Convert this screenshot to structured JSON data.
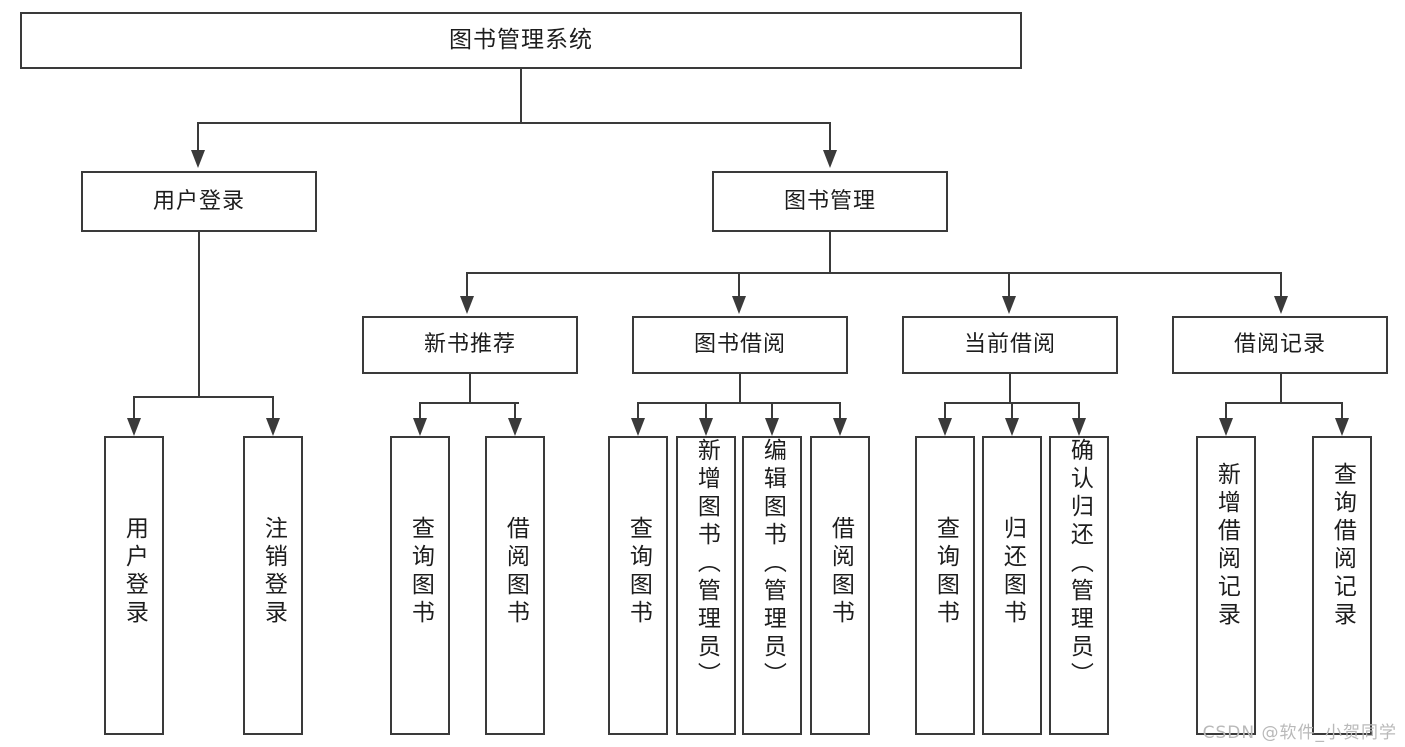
{
  "diagram": {
    "title": "图书管理系统",
    "type": "tree-hierarchy-chart",
    "root": {
      "label": "图书管理系统"
    },
    "level2": [
      {
        "label": "用户登录"
      },
      {
        "label": "图书管理"
      }
    ],
    "level3": [
      {
        "label": "新书推荐"
      },
      {
        "label": "图书借阅"
      },
      {
        "label": "当前借阅"
      },
      {
        "label": "借阅记录"
      }
    ],
    "leaves": [
      {
        "label": "用户登录"
      },
      {
        "label": "注销登录"
      },
      {
        "label": "查询图书"
      },
      {
        "label": "借阅图书"
      },
      {
        "label": "查询图书"
      },
      {
        "label": "新增图书（管理员）"
      },
      {
        "label": "编辑图书（管理员）"
      },
      {
        "label": "借阅图书"
      },
      {
        "label": "查询图书"
      },
      {
        "label": "归还图书"
      },
      {
        "label": "确认归还（管理员）"
      },
      {
        "label": "新增借阅记录"
      },
      {
        "label": "查询借阅记录"
      }
    ]
  },
  "watermark": {
    "text": "CSDN @软件_小贺同学"
  },
  "colors": {
    "stroke": "#3a3a3a",
    "background": "#ffffff",
    "text": "#1d1d1d",
    "watermark": "#b9b9b9"
  }
}
